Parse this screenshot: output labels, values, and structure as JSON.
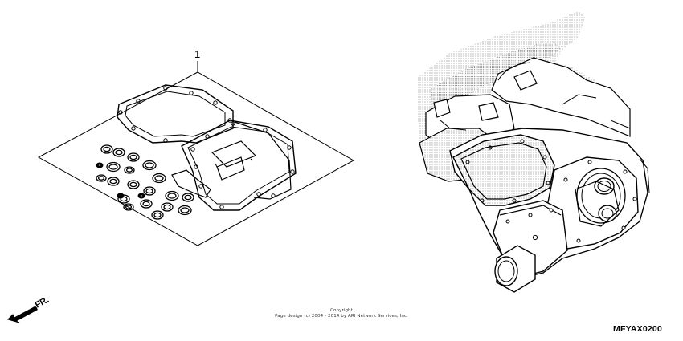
{
  "callout": {
    "number": "1"
  },
  "front_marker": {
    "label": "FR."
  },
  "copyright": {
    "line1": "Copyright",
    "line2": "Page design (c) 2004 - 2014 by ARI Network Services, Inc."
  },
  "part_code": "MFYAX0200",
  "icons": {
    "front_arrow": "arrow-left-down-icon"
  },
  "colors": {
    "line": "#000000",
    "background": "#ffffff",
    "stipple": "#9a9a9a"
  }
}
